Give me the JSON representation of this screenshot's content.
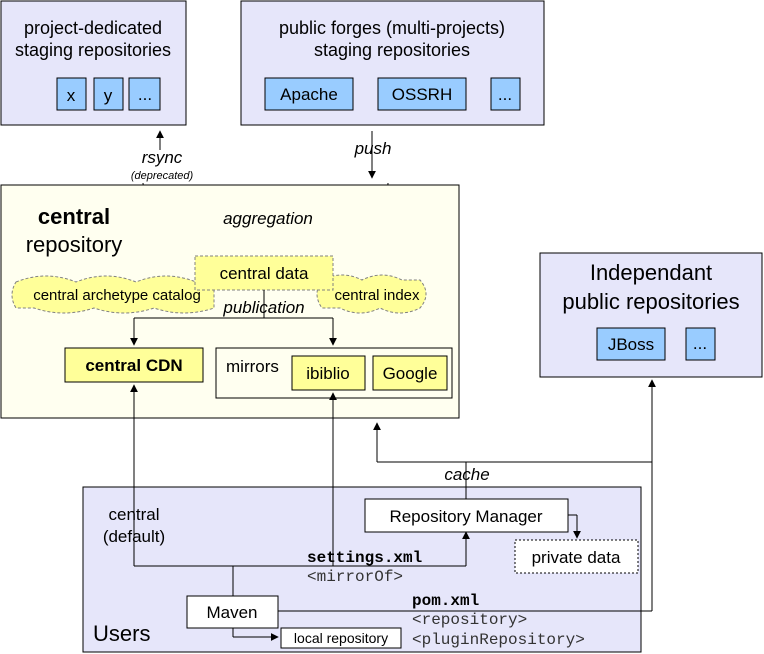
{
  "colors": {
    "group_fill": "#e6e6fa",
    "node_fill": "#99ccff",
    "highlight_fill": "#ffff99",
    "central_fill": "#fffff0",
    "line": "#000000",
    "dashed_line": "#808080"
  },
  "staging_project": {
    "title_line1": "project-dedicated",
    "title_line2": "staging repositories",
    "items": [
      "x",
      "y",
      "..."
    ]
  },
  "staging_forges": {
    "title_line1": "public forges (multi-projects)",
    "title_line2": "staging repositories",
    "items": [
      "Apache",
      "OSSRH",
      "..."
    ]
  },
  "edges": {
    "rsync": "rsync",
    "rsync_note": "(deprecated)",
    "push": "push",
    "aggregation": "aggregation",
    "publication": "publication",
    "cache": "cache"
  },
  "central": {
    "title_bold": "central",
    "title_rest": "repository",
    "data": "central data",
    "archetype_catalog": "central archetype catalog",
    "index": "central index",
    "cdn": "central CDN",
    "mirrors_label": "mirrors",
    "mirrors": [
      "ibiblio",
      "Google"
    ]
  },
  "independent": {
    "title_line1": "Independant",
    "title_line2": "public repositories",
    "items": [
      "JBoss",
      "..."
    ]
  },
  "users": {
    "title": "Users",
    "central_default_line1": "central",
    "central_default_line2": "(default)",
    "repo_manager": "Repository Manager",
    "private_data": "private data",
    "settings_file": "settings.xml",
    "settings_tag": "<mirrorOf>",
    "maven": "Maven",
    "local_repo": "local repository",
    "pom_file": "pom.xml",
    "pom_tag1": "<repository>",
    "pom_tag2": "<pluginRepository>"
  }
}
